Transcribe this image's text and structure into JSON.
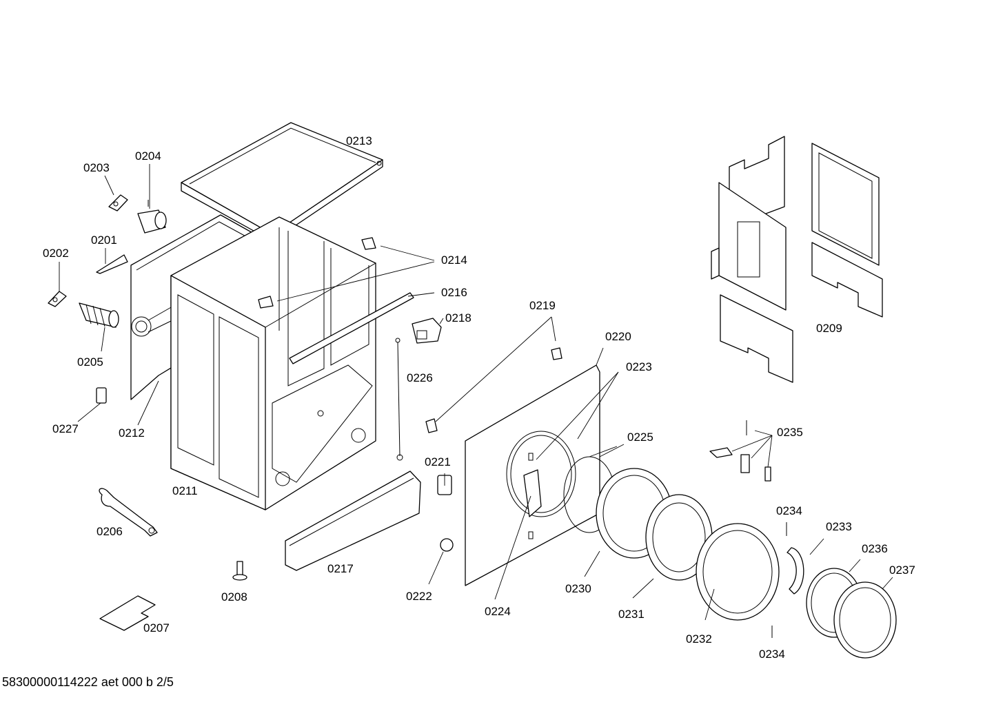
{
  "footer": {
    "code": "58300000114222 aet 000 b 2/5"
  },
  "labels": [
    {
      "id": "p0201",
      "text": "0201"
    },
    {
      "id": "p0202",
      "text": "0202"
    },
    {
      "id": "p0203",
      "text": "0203"
    },
    {
      "id": "p0204",
      "text": "0204"
    },
    {
      "id": "p0205",
      "text": "0205"
    },
    {
      "id": "p0206",
      "text": "0206"
    },
    {
      "id": "p0207",
      "text": "0207"
    },
    {
      "id": "p0208",
      "text": "0208"
    },
    {
      "id": "p0209",
      "text": "0209"
    },
    {
      "id": "p0211",
      "text": "0211"
    },
    {
      "id": "p0212",
      "text": "0212"
    },
    {
      "id": "p0213",
      "text": "0213"
    },
    {
      "id": "p0214",
      "text": "0214"
    },
    {
      "id": "p0216",
      "text": "0216"
    },
    {
      "id": "p0217",
      "text": "0217"
    },
    {
      "id": "p0218",
      "text": "0218"
    },
    {
      "id": "p0219",
      "text": "0219"
    },
    {
      "id": "p0220",
      "text": "0220"
    },
    {
      "id": "p0221",
      "text": "0221"
    },
    {
      "id": "p0222",
      "text": "0222"
    },
    {
      "id": "p0223",
      "text": "0223"
    },
    {
      "id": "p0224",
      "text": "0224"
    },
    {
      "id": "p0225",
      "text": "0225"
    },
    {
      "id": "p0226",
      "text": "0226"
    },
    {
      "id": "p0227",
      "text": "0227"
    },
    {
      "id": "p0230",
      "text": "0230"
    },
    {
      "id": "p0231",
      "text": "0231"
    },
    {
      "id": "p0232",
      "text": "0232"
    },
    {
      "id": "p0233",
      "text": "0233"
    },
    {
      "id": "p0234a",
      "text": "0234"
    },
    {
      "id": "p0234b",
      "text": "0234"
    },
    {
      "id": "p0235",
      "text": "0235"
    },
    {
      "id": "p0236",
      "text": "0236"
    },
    {
      "id": "p0237",
      "text": "0237"
    }
  ]
}
